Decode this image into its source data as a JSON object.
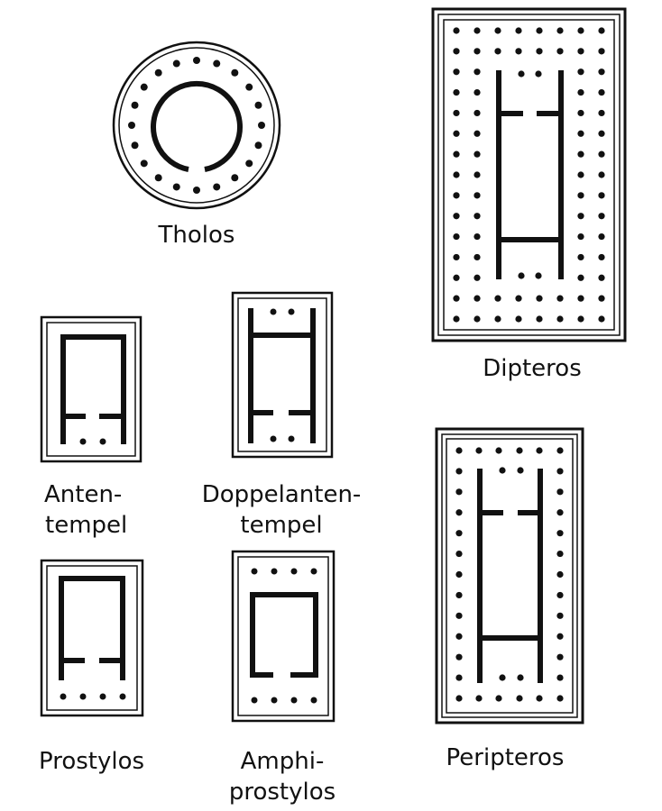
{
  "colors": {
    "ink": "#111111",
    "background": "#ffffff"
  },
  "labels": {
    "tholos": "Tholos",
    "dipteros": "Dipteros",
    "antentempel_1": "Anten-",
    "antentempel_2": "tempel",
    "doppelantentempel_1": "Doppelanten-",
    "doppelantentempel_2": "tempel",
    "prostylos": "Prostylos",
    "amphiprostylos_1": "Amphi-",
    "amphiprostylos_2": "prostylos",
    "peripteros": "Peripteros"
  }
}
